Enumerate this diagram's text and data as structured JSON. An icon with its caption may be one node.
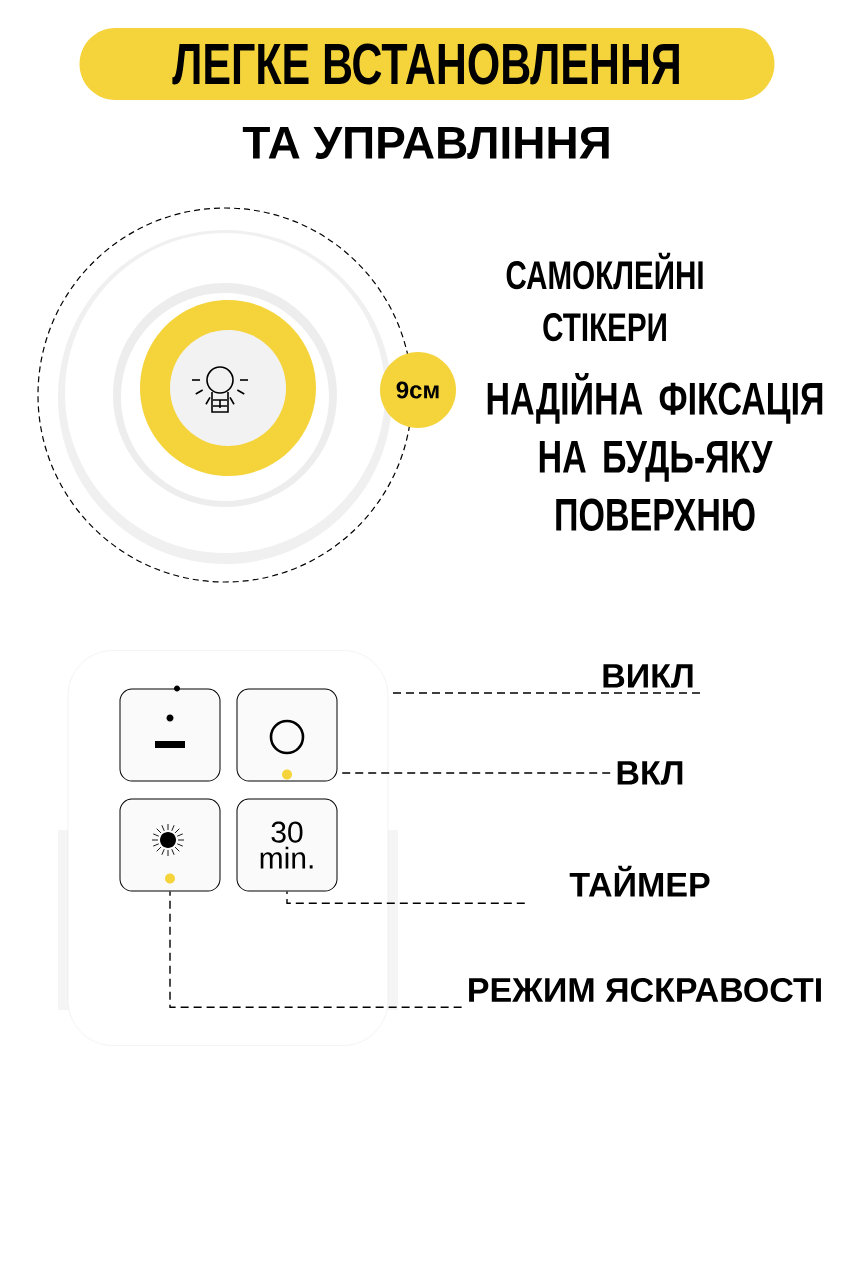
{
  "diagram": {
    "title": "ЛЕГКЕ ВСТАНОВЛЕННЯ",
    "nodes": [
      {
        "text": [
          "9см"
        ]
      },
      {
        "text": [],
        "shape": "picture"
      },
      {
        "text": [],
        "shape": "box",
        "in": 1
      },
      {
        "text": [],
        "shape": "box",
        "in": 1
      },
      {
        "text": [
          "ВИКЛ"
        ]
      },
      {
        "text": [
          "ВКЛ"
        ]
      },
      {
        "text": [],
        "shape": "box",
        "in": 1
      },
      {
        "text": [
          "30 min."
        ],
        "in": 1
      },
      {
        "text": [
          "ТАЙМЕР"
        ]
      },
      {
        "text": [
          "РЕЖИМ ЯСКРАВОСТІ"
        ]
      }
    ],
    "edges": [
      {
        "from": 4,
        "to": 1,
        "arrow": "none"
      },
      {
        "from": 5,
        "to": 3,
        "arrow": "none"
      },
      {
        "from": 8,
        "to": 7,
        "arrow": "none"
      },
      {
        "from": 9,
        "to": 6,
        "arrow": "none"
      }
    ],
    "labels": [
      "ТА УПРАВЛІННЯ",
      "САМОКЛЕЙНІ СТІКЕРИ",
      "НАДІЙНА ФІКСАЦІЯ НА БУДЬ-ЯКУ ПОВЕРХНЮ"
    ]
  }
}
